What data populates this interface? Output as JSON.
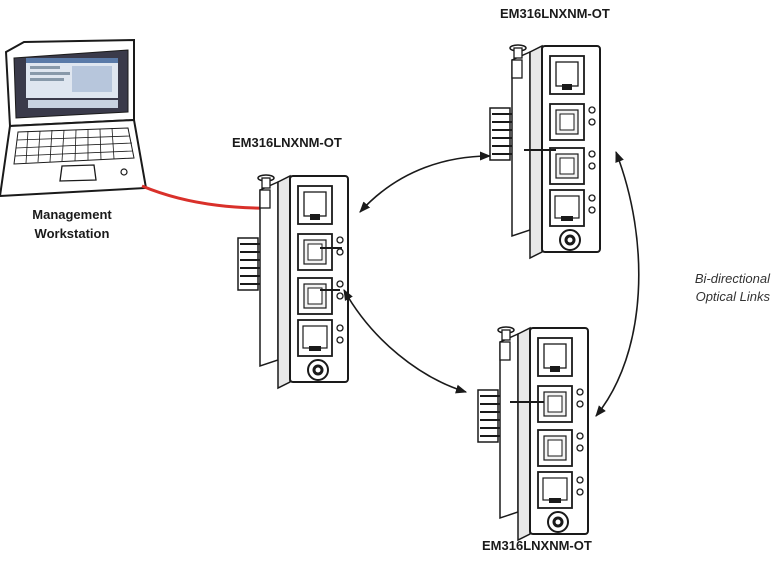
{
  "workstation": {
    "label_line1": "Management",
    "label_line2": "Workstation"
  },
  "modules": {
    "left": {
      "label": "EM316LNXNM-OT"
    },
    "top_right": {
      "label": "EM316LNXNM-OT"
    },
    "bottom_right": {
      "label": "EM316LNXNM-OT"
    }
  },
  "links": {
    "label_line1": "Bi-directional",
    "label_line2": "Optical Links"
  },
  "colors": {
    "management_cable": "#d9302a",
    "line": "#1a1a1a"
  }
}
